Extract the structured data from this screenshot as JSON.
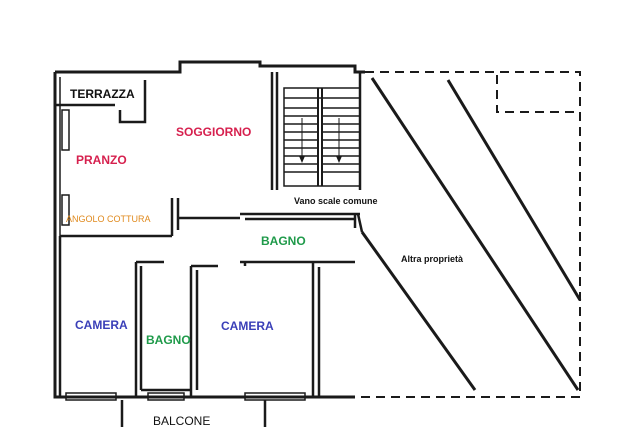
{
  "colors": {
    "background": "#ffffff",
    "wall": "#1a1a1a",
    "red_label": "#d6204e",
    "blue_label": "#3a3fb8",
    "green_label": "#1f9a4a",
    "orange_label": "#e08a1e",
    "black_label": "#111111"
  },
  "rooms": {
    "terrazza": "TERRAZZA",
    "soggiorno": "SOGGIORNO",
    "pranzo": "PRANZO",
    "angolo_cottura": "ANGOLO COTTURA",
    "vano_scale": "Vano scale comune",
    "bagno_top": "BAGNO",
    "altra_proprieta": "Altra proprietà",
    "camera_left": "CAMERA",
    "bagno_bottom": "BAGNO",
    "camera_right": "CAMERA",
    "balcone": "BALCONE"
  }
}
